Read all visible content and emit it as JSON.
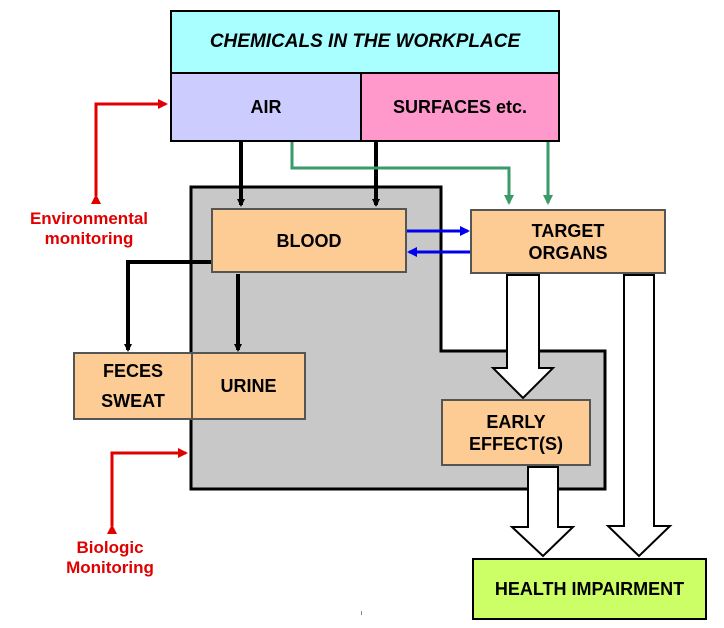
{
  "title": "CHEMICALS IN THE WORKPLACE",
  "air": "AIR",
  "surfaces": "SURFACES etc.",
  "blood": "BLOOD",
  "target_line1": "TARGET",
  "target_line2": "ORGANS",
  "feces": "FECES",
  "sweat": "SWEAT",
  "urine": "URINE",
  "early_line1": "EARLY",
  "early_line2": "EFFECT(S)",
  "health": "HEALTH IMPAIRMENT",
  "env_line1": "Environmental",
  "env_line2": "monitoring",
  "bio_line1": "Biologic",
  "bio_line2": "Monitoring",
  "colors": {
    "title_bg": "#a9ffff",
    "air_bg": "#ccccff",
    "surfaces_bg": "#ff99cc",
    "organ_bg": "#fdcb94",
    "body_bg": "#c8c8c8",
    "health_bg": "#ccff66",
    "label_red": "#e00000",
    "green_arrow": "#3a9a6a",
    "blue_arrow": "#0000ee"
  }
}
